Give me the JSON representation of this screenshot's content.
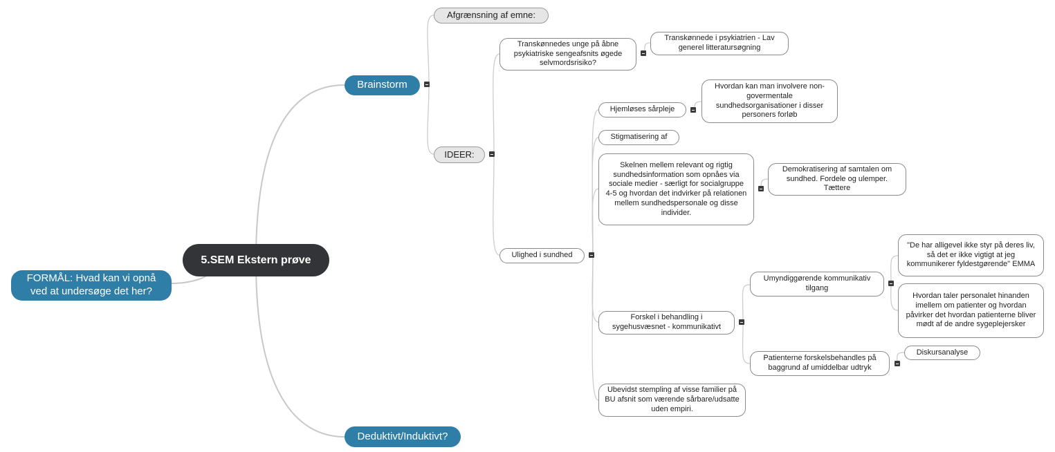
{
  "central": "5.SEM Ekstern prøve",
  "main": {
    "formaal": "FORMÅL: Hvad kan vi opnå ved at undersøge det her?",
    "brainstorm": "Brainstorm",
    "deduktivt": "Deduktivt/Induktivt?"
  },
  "brainstorm": {
    "afgraensning": "Afgrænsning af emne:",
    "ideer": "IDEER:"
  },
  "ideer": {
    "transkonnedes": "Transkønnedes unge på åbne psykiatriske sengeafsnits øgede selvmordsrisiko?",
    "transkonnede_child": "Transkønnede i psykiatrien - Lav generel litteratursøgning",
    "ulighed": "Ulighed i sundhed"
  },
  "ulighed": {
    "hjemloses": "Hjemløses sårpleje",
    "hjemloses_child": "Hvordan kan man involvere non-govermentale sundhedsorganisationer i disser personers forløb",
    "stigmatisering": "Stigmatisering af",
    "skelnen": "Skelnen mellem relevant og rigtig sundhedsinformation som opnåes via sociale medier - særligt for socialgruppe 4-5 og hvordan det indvirker på relationen mellem sundhedspersonale og disse individer.",
    "skelnen_child": "Demokratisering af samtalen om sundhed. Fordele og ulemper. Tættere",
    "forskel": "Forskel i behandling i sygehusvæsnet - kommunikativt",
    "ubevidst": "Ubevidst stempling af visse familier på BU afsnit som værende sårbare/udsatte uden empiri."
  },
  "forskel": {
    "umyndig": "Umyndiggørende kommunikativ tilgang",
    "patienterne": "Patienterne forskelsbehandles på baggrund af umiddelbar udtryk"
  },
  "umyndig": {
    "quote": "\"De har alligevel ikke styr på deres liv, så det er ikke vigtigt at jeg kommunikerer fyldestgørende\" EMMA",
    "hvordan": "Hvordan taler personalet hinanden imellem om patienter og hvordan påvirker det hvordan patienterne bliver mødt af de andre sygeplejersker"
  },
  "patienterne": {
    "diskurs": "Diskursanalyse"
  }
}
